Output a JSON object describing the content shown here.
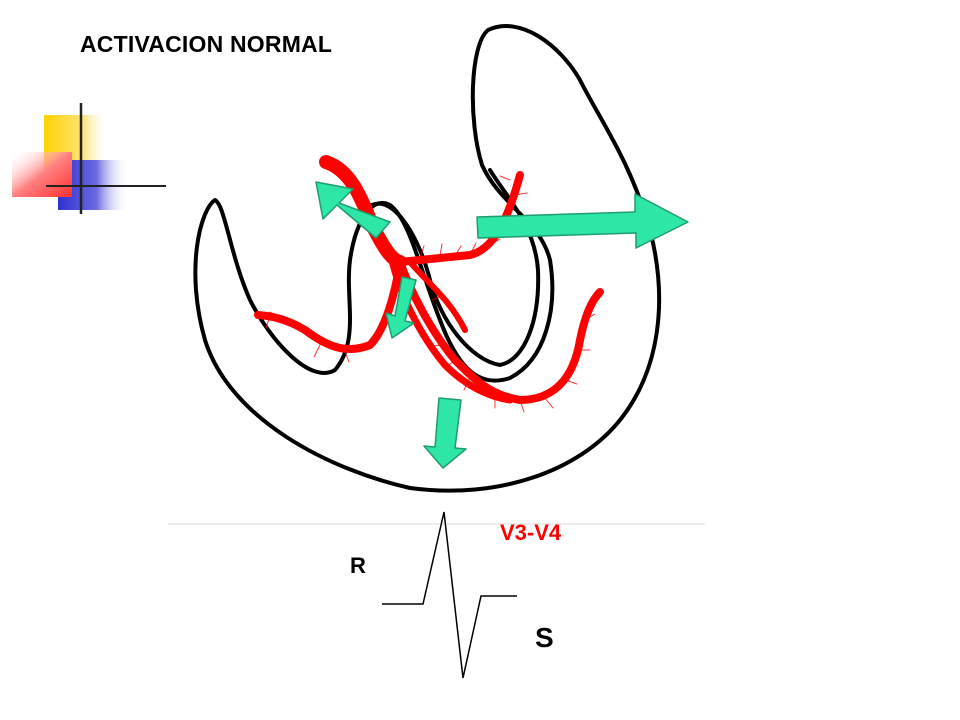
{
  "slide": {
    "title": "ACTIVACION NORMAL"
  },
  "diagram": {
    "lead_label": "V3-V4",
    "r_label": "R",
    "s_label": "S"
  },
  "colors": {
    "outline": "#000000",
    "conduction": "#ff0000",
    "vector": "#2ee6a6",
    "vector_stroke": "#2a8c6a",
    "deco_yellow": "#ffd200",
    "deco_blue": "#3a3ad8",
    "deco_red": "#ff5a5a"
  }
}
